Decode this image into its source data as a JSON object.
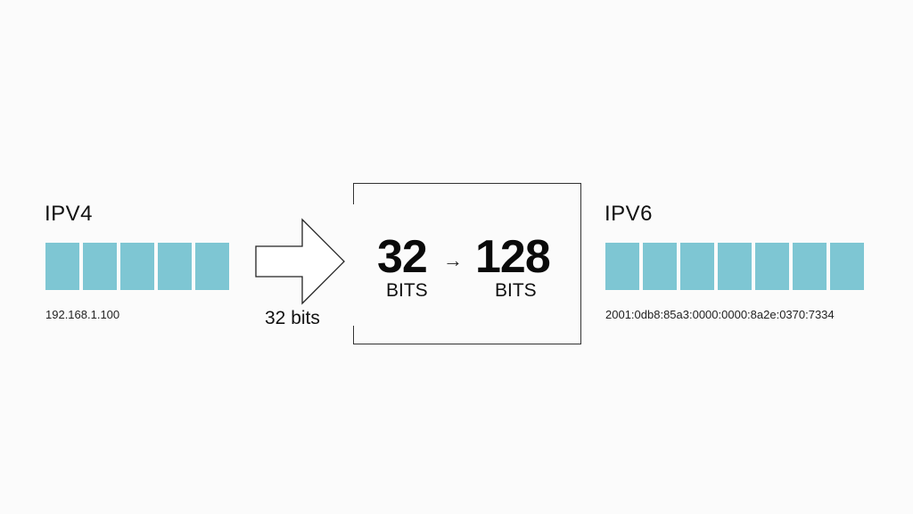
{
  "ipv4": {
    "title": "IPV4",
    "block_count": 5,
    "address": "192.168.1.100"
  },
  "arrow": {
    "label": "32 bits"
  },
  "comparison": {
    "from_value": "32",
    "from_unit": "BITS",
    "arrow_glyph": "→",
    "to_value": "128",
    "to_unit": "BITS"
  },
  "ipv6": {
    "title": "IPV6",
    "block_count": 7,
    "address": "2001:0db8:85a3:0000:0000:8a2e:0370:7334"
  },
  "colors": {
    "block": "#7ec6d3",
    "background": "#fbfbfb",
    "text": "#111111"
  }
}
